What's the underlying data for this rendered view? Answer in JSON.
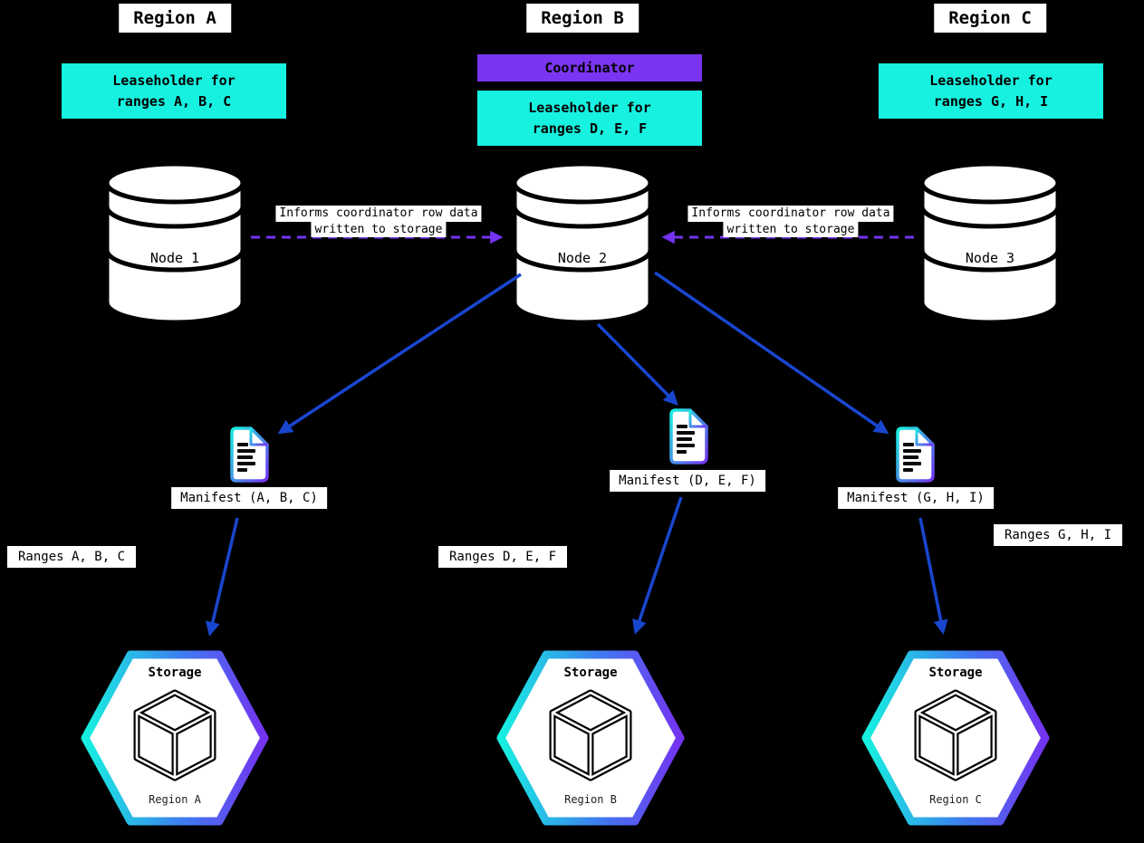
{
  "colors": {
    "background": "#000000",
    "leaseholder_cyan": "#17F1E0",
    "coordinator_purple": "#7B35F2",
    "arrow_purple": "#7433F0",
    "arrow_blue": "#1946CE",
    "box_white": "#FFFFFF",
    "text_black": "#000000"
  },
  "regions": [
    {
      "title": "Region A",
      "leaseholder": "Leaseholder for\nranges A, B, C",
      "node": "Node 1",
      "manifest": "Manifest (A, B, C)",
      "ranges": "Ranges A, B, C",
      "storage": {
        "title": "Storage",
        "region": "Region A"
      }
    },
    {
      "title": "Region B",
      "coordinator": "Coordinator",
      "leaseholder": "Leaseholder for\nranges D, E, F",
      "node": "Node 2",
      "manifest": "Manifest (D, E, F)",
      "ranges": "Ranges D, E, F",
      "storage": {
        "title": "Storage",
        "region": "Region B"
      }
    },
    {
      "title": "Region C",
      "leaseholder": "Leaseholder for\nranges G, H, I",
      "node": "Node 3",
      "manifest": "Manifest (G, H, I)",
      "ranges": "Ranges G, H, I",
      "storage": {
        "title": "Storage",
        "region": "Region C"
      }
    }
  ],
  "annotations": {
    "informs_left": {
      "line1": "Informs coordinator row data",
      "line2": "written to storage"
    },
    "informs_right": {
      "line1": "Informs coordinator row data",
      "line2": "written to storage"
    }
  },
  "icons": {
    "node": "database-cylinder-icon",
    "manifest": "document-icon",
    "storage": "storage-hexagon-cube-icon"
  }
}
